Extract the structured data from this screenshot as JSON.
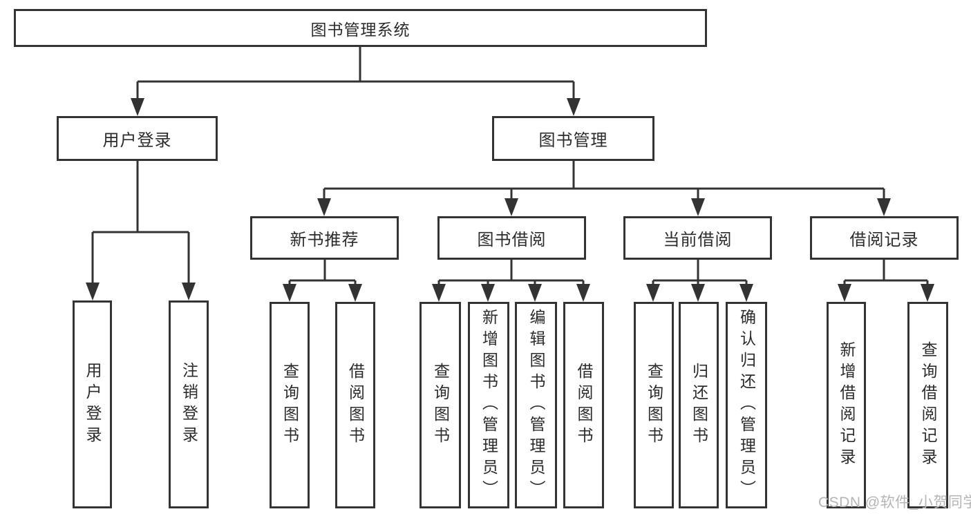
{
  "diagram": {
    "root": {
      "label": "图书管理系统"
    },
    "user_login": {
      "label": "用户登录",
      "children": {
        "login": "用户登录",
        "logout": "注销登录"
      }
    },
    "book_mgmt": {
      "label": "图书管理",
      "new_books": {
        "label": "新书推荐",
        "items": [
          "查询图书",
          "借阅图书"
        ]
      },
      "borrowing": {
        "label": "图书借阅",
        "items": [
          "查询图书",
          "新增图书（管理员）",
          "编辑图书（管理员）",
          "借阅图书"
        ]
      },
      "current": {
        "label": "当前借阅",
        "items": [
          "查询图书",
          "归还图书",
          "确认归还（管理员）"
        ]
      },
      "records": {
        "label": "借阅记录",
        "items": [
          "新增借阅记录",
          "查询借阅记录"
        ]
      }
    },
    "watermark": "CSDN @软件_小贺同学",
    "colors": {
      "line": "#333333",
      "text": "#2b2b2b",
      "background": "#ffffff",
      "watermark": "#b5b5b5"
    }
  }
}
